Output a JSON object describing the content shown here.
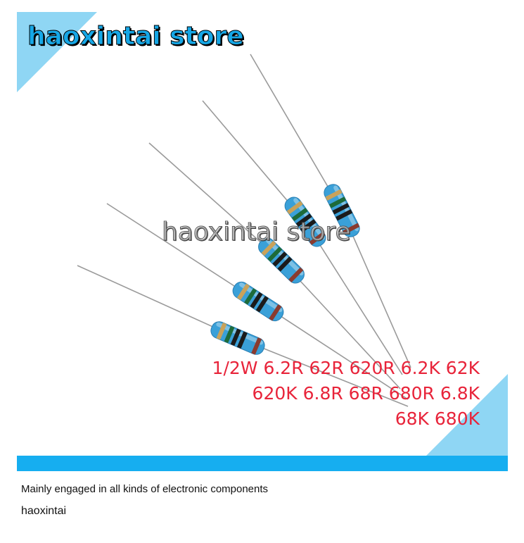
{
  "header": {
    "title": "haoxintai store"
  },
  "watermark": {
    "text": "haoxintai store"
  },
  "spec": {
    "lines": [
      "1/2W 6.2R 62R 620R 6.2K 62K",
      "620K 6.8R 68R 680R 6.8K",
      "68K 680K"
    ]
  },
  "footer": {
    "description": "Mainly engaged in all kinds of electronic components",
    "brand": "haoxintai"
  },
  "colors": {
    "accent_light": "#8fd6f4",
    "accent_bar": "#16aef0",
    "resistor_body": "#3aa0d8",
    "spec_text": "#e8243a"
  },
  "image_content": {
    "component": "resistor",
    "count": 5
  }
}
